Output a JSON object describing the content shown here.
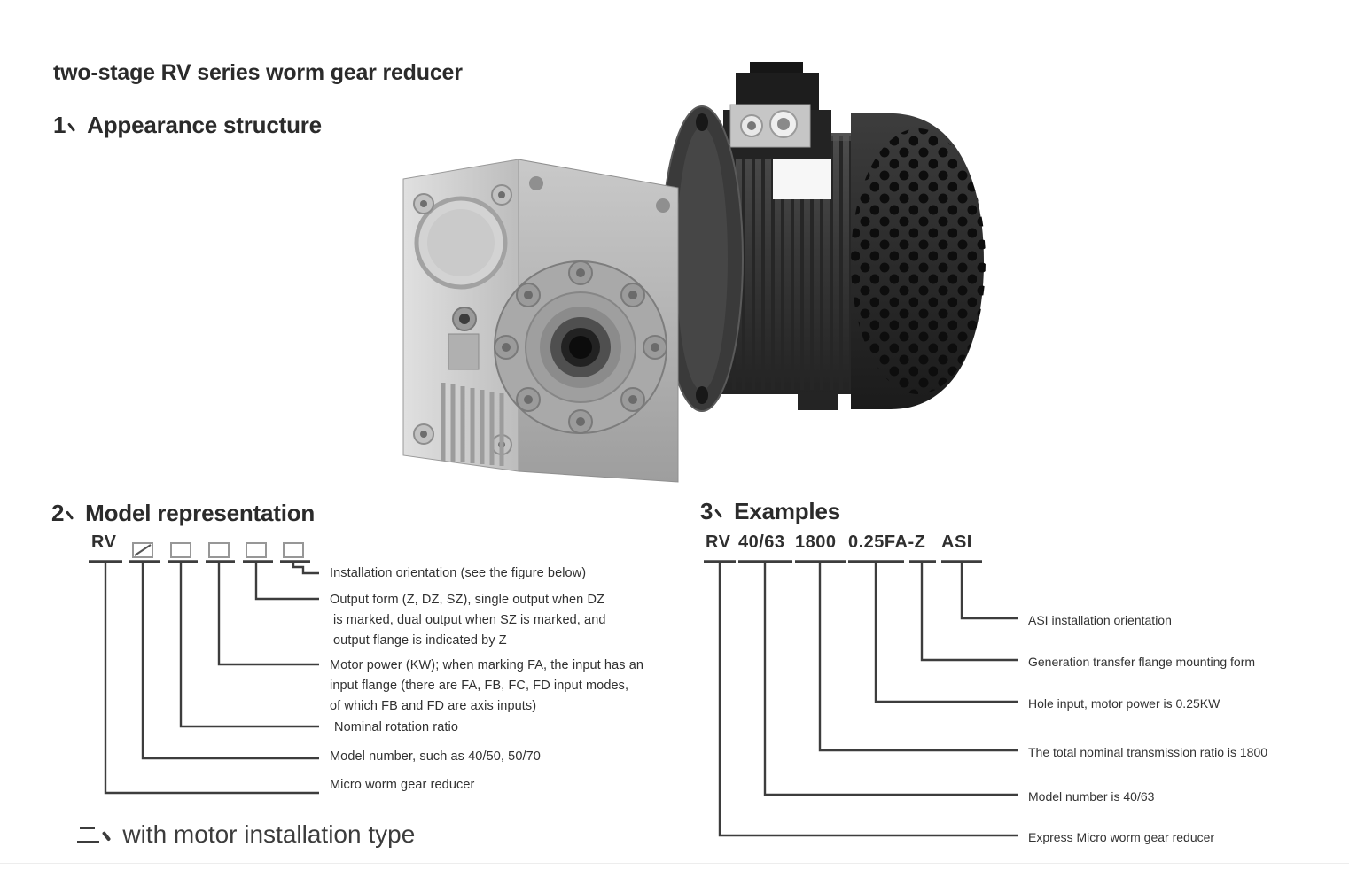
{
  "page": {
    "title": "two-stage RV series worm gear reducer",
    "bottom_heading": "二、with motor installation type"
  },
  "appearance": {
    "heading": "1、Appearance structure"
  },
  "model_representation": {
    "heading": "2、Model representation",
    "code_prefix": "RV",
    "labels": {
      "installation": "Installation orientation (see the figure below)",
      "output_line1": "Output form (Z, DZ, SZ), single output when DZ",
      "output_line2": "is marked, dual output when SZ is marked, and",
      "output_line3": "output flange is indicated by Z",
      "power_line1": "Motor power (KW); when marking FA, the input has an",
      "power_line2": "input flange (there are FA, FB, FC, FD input modes,",
      "power_line3": "of which FB and FD are axis inputs)",
      "ratio": "Nominal rotation ratio",
      "model_number": "Model number, such as 40/50, 50/70",
      "reducer": "Micro worm gear reducer"
    }
  },
  "examples": {
    "heading": "3、Examples",
    "code_parts": {
      "prefix": "RV",
      "model": "40/63",
      "ratio": "1800",
      "power_output": "0.25FA-Z",
      "orientation": "ASI"
    },
    "labels": {
      "orientation": "ASI installation orientation",
      "flange": "Generation transfer flange mounting form",
      "hole_input": "Hole input, motor power is 0.25KW",
      "ratio": "The total nominal transmission ratio is 1800",
      "model_number": "Model number is 40/63",
      "reducer": "Express Micro worm gear reducer"
    }
  }
}
